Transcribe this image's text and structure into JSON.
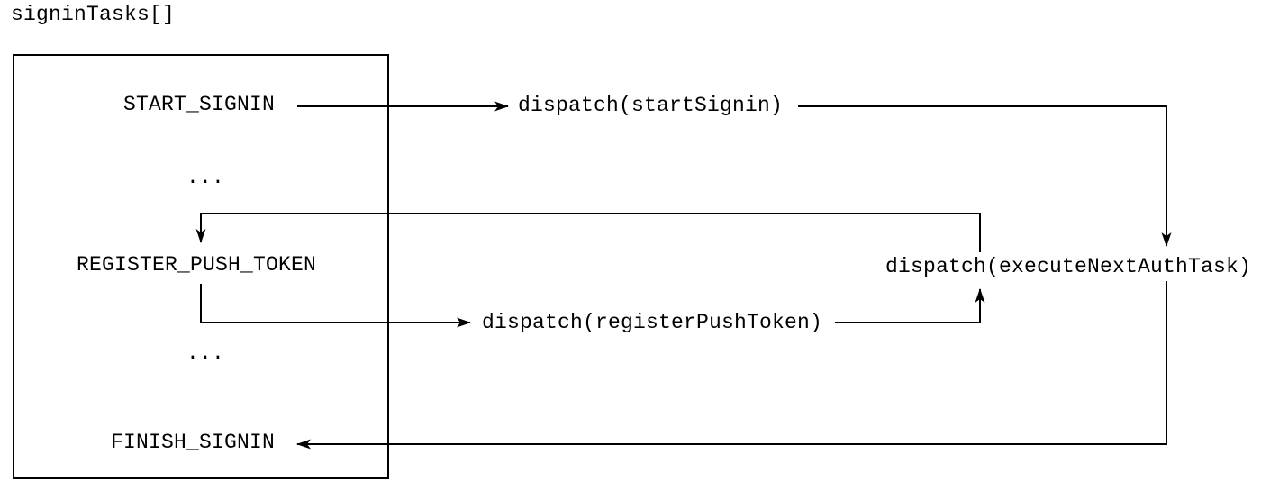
{
  "colors": {
    "line": "#000000",
    "text": "#000000",
    "background": "#ffffff"
  },
  "diagram": {
    "title": "signinTasks[]",
    "box_items": [
      {
        "id": "start-signin",
        "label": "START_SIGNIN"
      },
      {
        "id": "ellipsis-1",
        "label": "..."
      },
      {
        "id": "register-push-token",
        "label": "REGISTER_PUSH_TOKEN"
      },
      {
        "id": "ellipsis-2",
        "label": "..."
      },
      {
        "id": "finish-signin",
        "label": "FINISH_SIGNIN"
      }
    ],
    "dispatch_calls": [
      {
        "id": "start-signin",
        "label": "dispatch(startSignin)"
      },
      {
        "id": "execute-next-auth-task",
        "label": "dispatch(executeNextAuthTask)"
      },
      {
        "id": "register-push-token",
        "label": "dispatch(registerPushToken)"
      }
    ]
  }
}
